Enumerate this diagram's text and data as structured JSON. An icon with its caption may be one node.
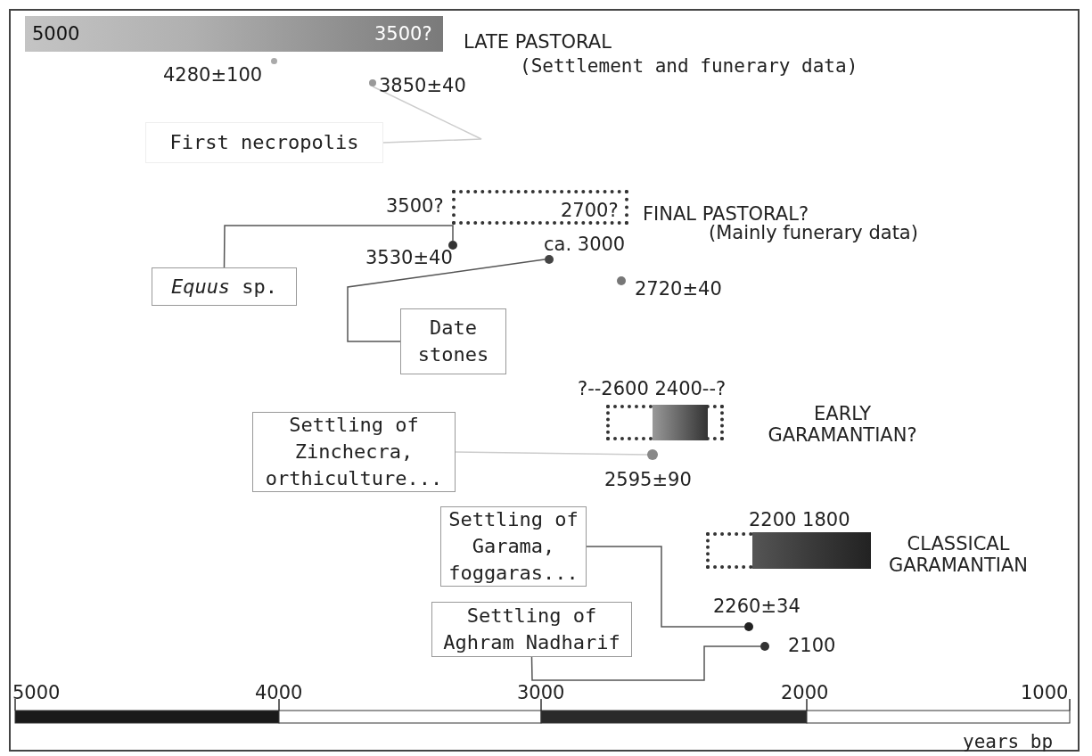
{
  "diagram": {
    "nodes": [
      {
        "text": [
          "5000",
          "3500?"
        ],
        "beside": [
          "LATE PASTORAL",
          "(Settlement and funerary data)"
        ]
      },
      {
        "text": [],
        "shape": "circle",
        "beside": [
          "4280±100"
        ]
      },
      {
        "text": [],
        "shape": "circle",
        "beside": [
          "3850±40"
        ]
      },
      {
        "text": [
          "First necropolis"
        ]
      },
      {
        "text": [
          "2700?"
        ],
        "beside": [
          "3500?",
          "FINAL PASTORAL?",
          "(Mainly funerary data)"
        ]
      },
      {
        "text": [],
        "shape": "circle",
        "beside": [
          "3530±40"
        ]
      },
      {
        "text": [],
        "shape": "circle",
        "beside": [
          "ca. 3000"
        ]
      },
      {
        "text": [
          "*Equus* sp."
        ]
      },
      {
        "text": [],
        "shape": "circle",
        "beside": [
          "2720±40"
        ]
      },
      {
        "text": [
          "Date stones"
        ]
      },
      {
        "text": [],
        "shape": "bar",
        "beside": [
          "?--2600 2400--?",
          "EARLY GARAMANTIAN?"
        ]
      },
      {
        "text": [
          "Settling of Zinchecra, orthiculture..."
        ]
      },
      {
        "text": [],
        "shape": "circle",
        "beside": [
          "2595±90"
        ]
      },
      {
        "text": [
          "Settling of Garama, foggaras..."
        ]
      },
      {
        "text": [],
        "shape": "bar",
        "beside": [
          "2200 1800",
          "CLASSICAL GARAMANTIAN"
        ]
      },
      {
        "text": [],
        "shape": "circle",
        "beside": [
          "2260±34"
        ]
      },
      {
        "text": [
          "Settling of Aghram Nadharif"
        ]
      },
      {
        "text": [],
        "shape": "circle",
        "beside": [
          "2100"
        ]
      }
    ],
    "edges": [
      {
        "from": 3,
        "to": 2,
        "arrow": "none",
        "color": "#cccccc"
      },
      {
        "from": 7,
        "to": 5,
        "arrow": "none"
      },
      {
        "from": 9,
        "to": 6,
        "arrow": "none"
      },
      {
        "from": 11,
        "to": 12,
        "arrow": "none",
        "color": "#cccccc"
      },
      {
        "from": 13,
        "to": 15,
        "arrow": "none"
      },
      {
        "from": 16,
        "to": 17,
        "arrow": "none"
      }
    ],
    "labels": [
      "5000",
      "4000",
      "3000",
      "2000",
      "1000",
      "years bp"
    ]
  }
}
